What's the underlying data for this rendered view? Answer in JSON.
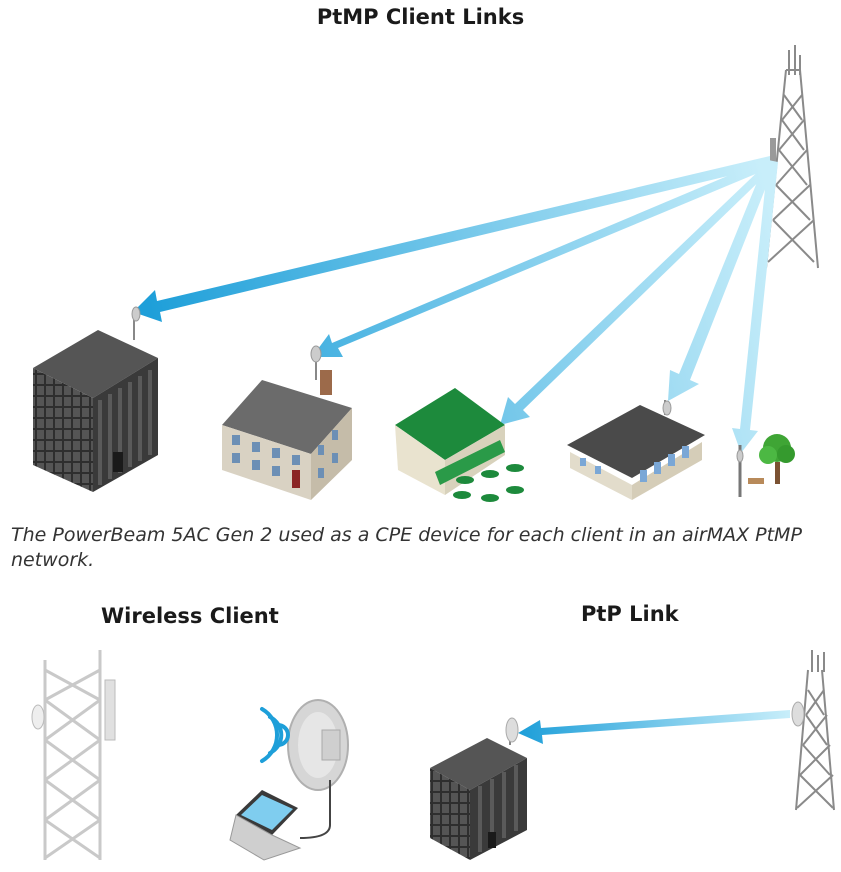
{
  "titles": {
    "ptmp": "PtMP Client Links",
    "wireless_client": "Wireless Client",
    "ptp": "PtP Link"
  },
  "caption": "The PowerBeam 5AC Gen 2 used as a CPE device for each client in an airMAX PtMP network.",
  "colors": {
    "beam_light": "#c8eefa",
    "beam_dark": "#1e9fd9",
    "building_dark": "#3d3d3d",
    "roof_green": "#1d8a3c",
    "tree": "#3fa535"
  }
}
